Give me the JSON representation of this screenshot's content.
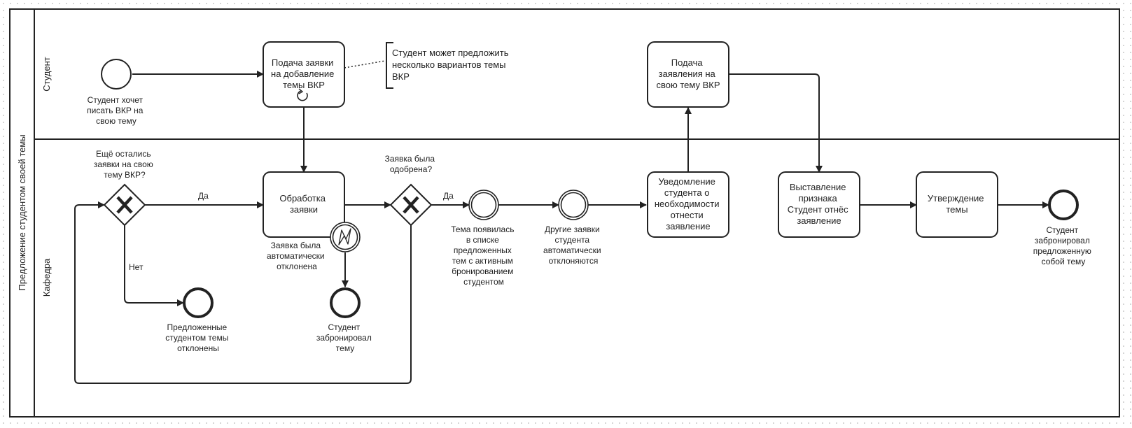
{
  "pool": {
    "title": "Предложение студентом своей темы",
    "lanes": [
      "Студент",
      "Кафедра"
    ]
  },
  "events": {
    "start": [
      "Студент хочет",
      "писать ВКР на",
      "свою тему"
    ],
    "end_rejected": [
      "Предложенные",
      "студентом темы",
      "отклонены"
    ],
    "end_booked": [
      "Студент",
      "забронировал",
      "тему"
    ],
    "int_topic": [
      "Тема появилась",
      "в списке",
      "предложенных",
      "тем с активным",
      "бронированием",
      "студентом"
    ],
    "int_other": [
      "Другие заявки",
      "студента",
      "автоматически",
      "отклоняются"
    ],
    "end_final": [
      "Студент",
      "забронировал",
      "предложенную",
      "собой тему"
    ],
    "boundary": [
      "Заявка была",
      "автоматически",
      "отклонена"
    ]
  },
  "tasks": {
    "submit_request": [
      "Подача заявки",
      "на добавление",
      "темы ВКР"
    ],
    "submit_statement": [
      "Подача",
      "заявления на",
      "свою тему ВКР"
    ],
    "process": [
      "Обработка",
      "заявки"
    ],
    "notify": [
      "Уведомление",
      "студента о",
      "необходимости",
      "отнести",
      "заявление"
    ],
    "set_flag": [
      "Выставление",
      "признака",
      "Студент отнёс",
      "заявление"
    ],
    "approve": [
      "Утверждение",
      "темы"
    ]
  },
  "gateways": {
    "g1": [
      "Ещё остались",
      "заявки на свою",
      "тему ВКР?"
    ],
    "g2": [
      "Заявка была",
      "одобрена?"
    ]
  },
  "flows": {
    "yes1": "Да",
    "no1": "Нет",
    "yes2": "Да"
  },
  "annotation": [
    "Студент может предложить",
    "несколько вариантов темы",
    "ВКР"
  ]
}
